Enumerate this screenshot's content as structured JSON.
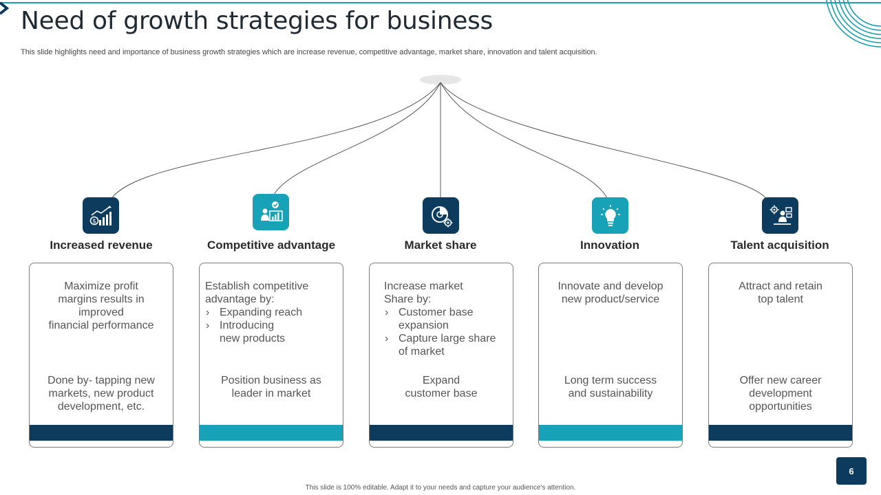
{
  "slide": {
    "title": "Need of growth strategies for business",
    "subtitle": "This slide highlights need and importance of business growth strategies which are increase revenue, competitive advantage, market share, innovation and talent acquisition.",
    "footer": "This slide is 100% editable. Adapt it to your needs and capture your audience's attention.",
    "page_number": "6"
  },
  "colors": {
    "navy": "#0d3b5e",
    "teal": "#17a2b8",
    "accent_line": "#1a9fb0"
  },
  "columns": [
    {
      "heading": "Increased revenue",
      "icon": "revenue-growth-icon",
      "color": "#0d3b5e",
      "top_text": [
        "Maximize profit",
        "margins results in",
        "improved",
        "financial performance"
      ],
      "bottom_text": [
        "Done by- tapping new",
        "markets, new product",
        "development, etc."
      ]
    },
    {
      "heading": "Competitive advantage",
      "icon": "presenter-chart-icon",
      "color": "#17a2b8",
      "intro": [
        "Establish competitive",
        "advantage by:"
      ],
      "bullets": [
        [
          "Expanding reach"
        ],
        [
          "Introducing",
          "new products"
        ]
      ],
      "bottom_text": [
        "Position business as",
        "leader in market"
      ]
    },
    {
      "heading": "Market share",
      "icon": "pie-chart-gear-icon",
      "color": "#0d3b5e",
      "intro": [
        "Increase market",
        "Share by:"
      ],
      "bullets": [
        [
          "Customer base",
          "expansion"
        ],
        [
          "Capture large share",
          "of market"
        ]
      ],
      "bottom_text": [
        "Expand",
        "customer base"
      ]
    },
    {
      "heading": "Innovation",
      "icon": "lightbulb-icon",
      "color": "#17a2b8",
      "top_text": [
        "Innovate  and develop",
        "new product/service"
      ],
      "bottom_text": [
        "Long term success",
        "and sustainability"
      ]
    },
    {
      "heading": "Talent acquisition",
      "icon": "talent-gear-icon",
      "color": "#0d3b5e",
      "top_text": [
        "Attract and retain",
        "top talent"
      ],
      "bottom_text": [
        "Offer new career",
        "development",
        "opportunities"
      ]
    }
  ]
}
